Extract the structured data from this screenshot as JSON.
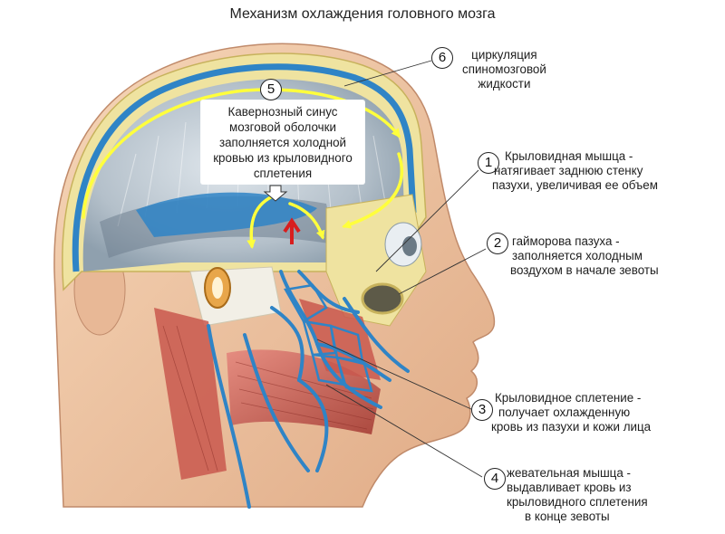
{
  "title": "Механизм охлаждения головного мозга",
  "markers": {
    "m1": "1",
    "m2": "2",
    "m3": "3",
    "m4": "4",
    "m5": "5",
    "m6": "6"
  },
  "labels": {
    "l1": [
      "Крыловидная мышца -",
      "натягивает заднюю стенку",
      "пазухи, увеличивая ее объем"
    ],
    "l2": [
      "гайморова пазуха -",
      "заполняется холодным",
      "воздухом в начале зевоты"
    ],
    "l3": [
      "Крыловидное сплетение -",
      "получает охлажденную",
      "кровь из пазухи и кожи лица"
    ],
    "l4": [
      "жевательная мышца -",
      "выдавливает кровь из",
      "крыловидного сплетения",
      "в конце зевоты"
    ],
    "l5": [
      "Кавернозный синус",
      "мозговой оболочки",
      "заполняется холодной",
      "кровью из крыловидного",
      "сплетения"
    ],
    "l6": [
      "циркуляция",
      "спиномозговой",
      "жидкости"
    ]
  },
  "colors": {
    "skin": "#f2c9a6",
    "skin_shadow": "#d9a583",
    "bone": "#efe3a0",
    "vessel": "#2f84c6",
    "vessel_dark": "#14507f",
    "muscle": "#c9584d",
    "brain_cavity": "#b8c3cc",
    "flow_arrow": "#ffff3c",
    "hot_arrow": "#d81e1e"
  }
}
